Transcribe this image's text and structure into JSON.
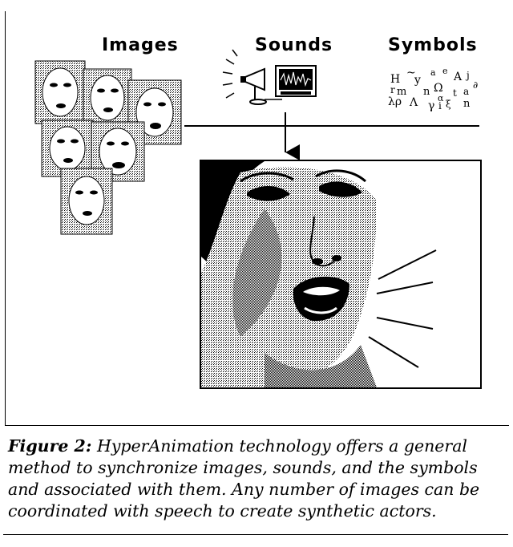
{
  "labels": {
    "images": "Images",
    "sounds": "Sounds",
    "symbols": "Symbols"
  },
  "symbols_glyphs": [
    "H",
    "~",
    "y",
    "a",
    "e",
    "A",
    "j",
    "r",
    "m",
    "n",
    "Ω",
    "t",
    "a",
    "λ",
    "ρ",
    "Λ",
    "γ",
    "α",
    "i",
    "ξ",
    "n",
    "∂"
  ],
  "caption": {
    "prefix": "Figure 2:",
    "text": "HyperAnimation technology offers a general method to synchronize images, sounds, and the symbols and associated with them. Any number of images can be coordinated with speech to create synthetic actors."
  },
  "colors": {
    "ink": "#000000",
    "paper": "#ffffff"
  }
}
